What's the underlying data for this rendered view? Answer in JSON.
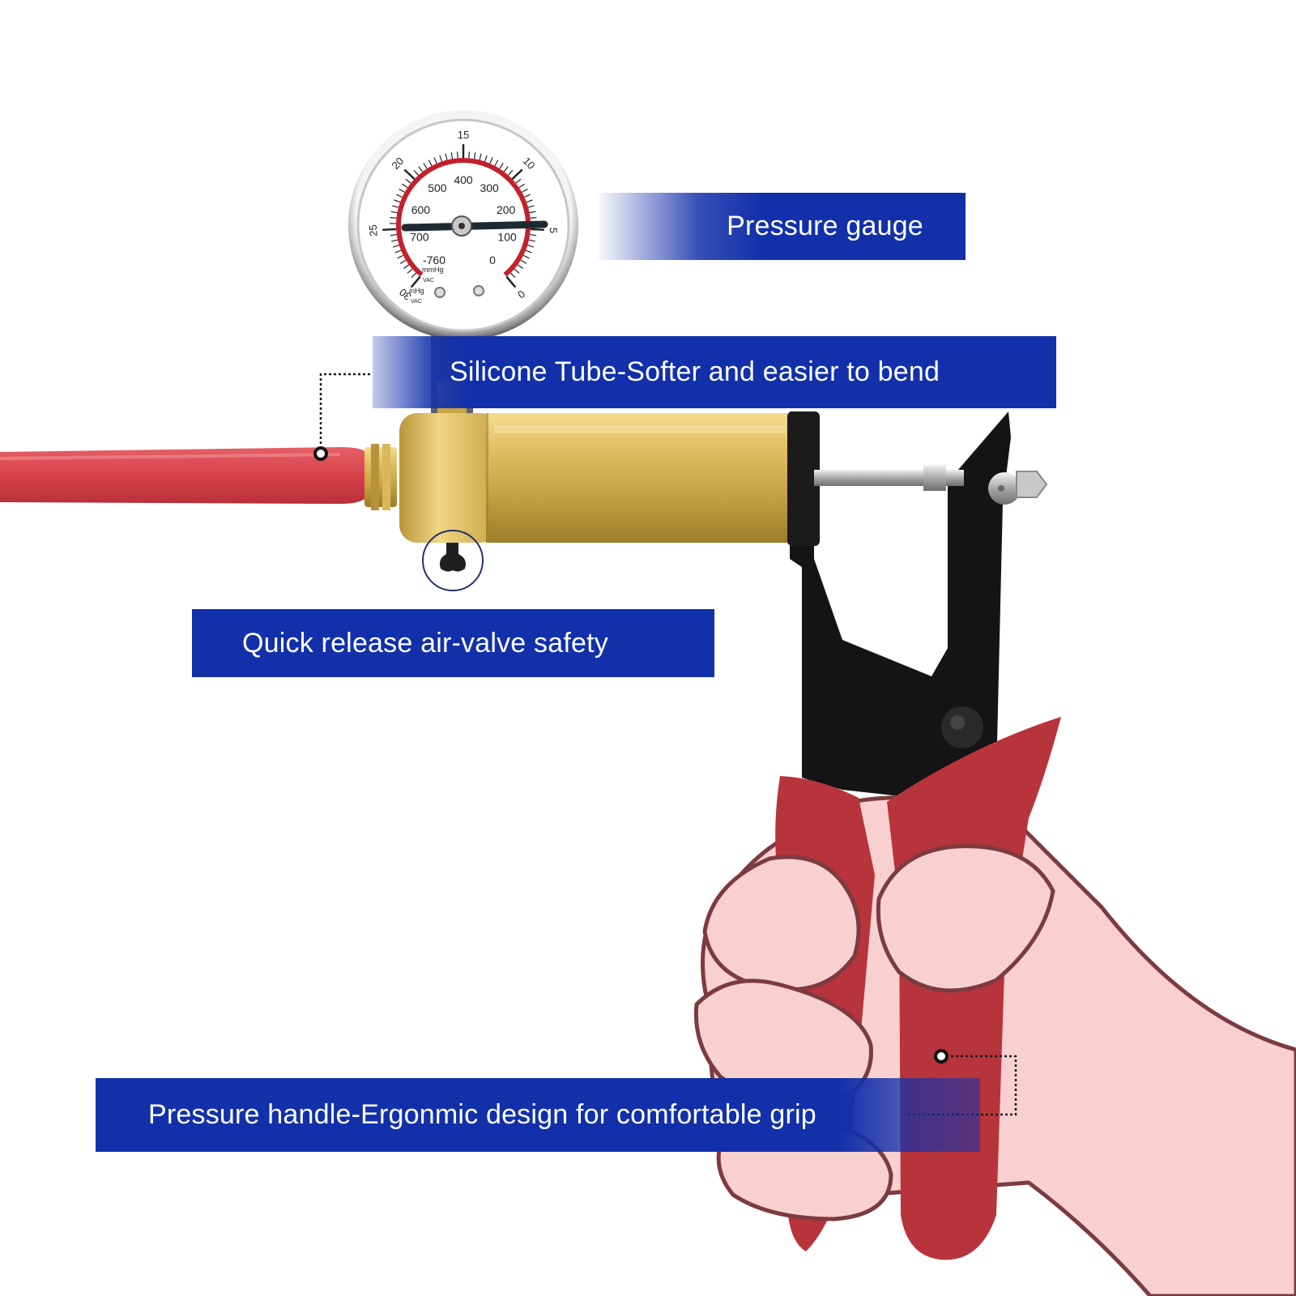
{
  "labels": {
    "pressure_gauge": "Pressure gauge",
    "silicone_tube": "Silicone Tube-Softer and easier to bend",
    "quick_release": "Quick release air-valve safety",
    "pressure_handle": "Pressure handle-Ergonmic design for comfortable grip"
  },
  "gauge": {
    "outer_scale": [
      "30",
      "25",
      "20",
      "15",
      "10",
      "5",
      "0"
    ],
    "inner_scale": [
      "-760",
      "700",
      "600",
      "500",
      "400",
      "300",
      "200",
      "100",
      "0"
    ],
    "unit_inner": "mmHg",
    "unit_inner_sub": "VAC",
    "unit_outer": "inHg",
    "unit_outer_sub": "VAC"
  },
  "colors": {
    "label_band": "#1230aa",
    "hose": "#d8414a",
    "cylinder_brass": "#c9a546",
    "handle_red": "#b8343c",
    "hand_skin": "#f9d0d0",
    "hand_outline": "#7c3b40",
    "frame_black": "#141414"
  },
  "icons": {
    "pressure_gauge": "gauge-icon",
    "air_valve": "valve-knob-icon",
    "callout_dot": "callout-dot-icon"
  }
}
